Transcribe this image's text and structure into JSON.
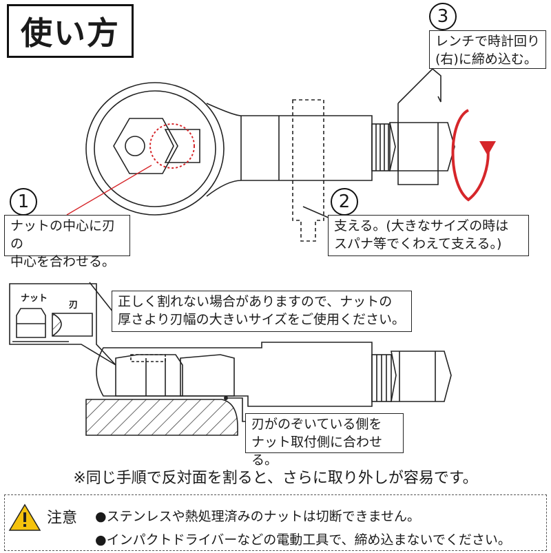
{
  "title": "使い方",
  "steps": [
    {
      "number": "1",
      "lines": [
        "ナットの中心に刃の",
        "中心を合わせる。"
      ]
    },
    {
      "number": "2",
      "lines": [
        "支える。(大きなサイズの時は",
        "スパナ等でくわえて支える。)"
      ]
    },
    {
      "number": "3",
      "lines": [
        "レンチで時計回り",
        "(右)に締め込む。"
      ]
    }
  ],
  "detail": {
    "label_nut": "ナット",
    "label_blade": "刃",
    "callout_lines": [
      "正しく割れない場合がありますので、ナットの",
      "厚さより刃幅の大きいサイズをご使用ください。"
    ],
    "side_lines": [
      "刃がのぞいている側を",
      "ナット取付側に合わせる。"
    ]
  },
  "note": "※同じ手順で反対面を割ると、さらに取り外しが容易です。",
  "caution": {
    "icon": "warning-triangle-icon",
    "title": "注意",
    "items": [
      "●ステンレスや熱処理済みのナットは切断できません。",
      "●インパクトドライバーなどの電動工具で、締め込まないでください。"
    ]
  },
  "colors": {
    "accent": "#d6262a",
    "line": "#222222",
    "caution_icon": "#f4c20d"
  }
}
